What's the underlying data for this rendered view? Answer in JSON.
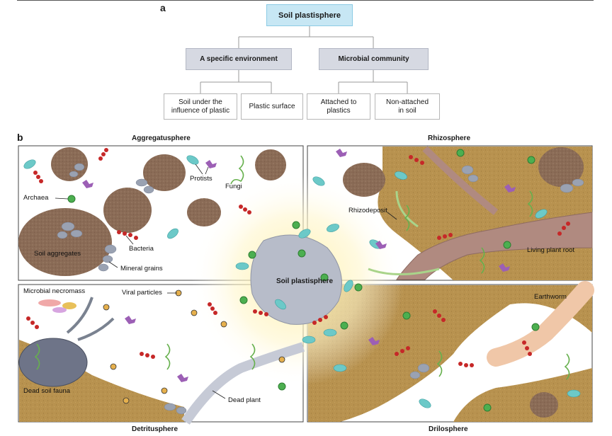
{
  "panel_a": {
    "letter": "a",
    "root": "Soil plastisphere",
    "branch_left": "A specific environment",
    "branch_right": "Microbial community",
    "leaves": [
      "Soil under the influence of plastic",
      "Plastic surface",
      "Attached to plastics",
      "Non-attached in soil"
    ]
  },
  "panel_b": {
    "letter": "b",
    "quadrant_titles": {
      "top_left": "Aggregatusphere",
      "top_right": "Rhizosphere",
      "bottom_left": "Detritusphere",
      "bottom_right": "Drilosphere"
    },
    "center": "Soil plastisphere",
    "labels": {
      "archaea": "Archaea",
      "protists": "Protists",
      "fungi": "Fungi",
      "bacteria": "Bacteria",
      "soil_aggregates": "Soil aggregates",
      "mineral_grains": "Mineral grains",
      "rhizodeposit": "Rhizodeposit",
      "living_plant_root": "Living plant root",
      "microbial_necromass": "Microbial necromass",
      "viral_particles": "Viral particles",
      "dead_soil_fauna": "Dead soil fauna",
      "dead_plant": "Dead plant",
      "earthworm": "Earthworm"
    },
    "colors": {
      "soil": "#b08a4a",
      "aggregate": "#8a6b55",
      "plastic": "#b8bcc8",
      "bacteria": "#c62828",
      "archaea": "#4caf50",
      "protist": "#9c5fb5",
      "fungi": "#66b04d",
      "diatom": "#6cc9c8",
      "glow": "#fff2b0"
    }
  }
}
